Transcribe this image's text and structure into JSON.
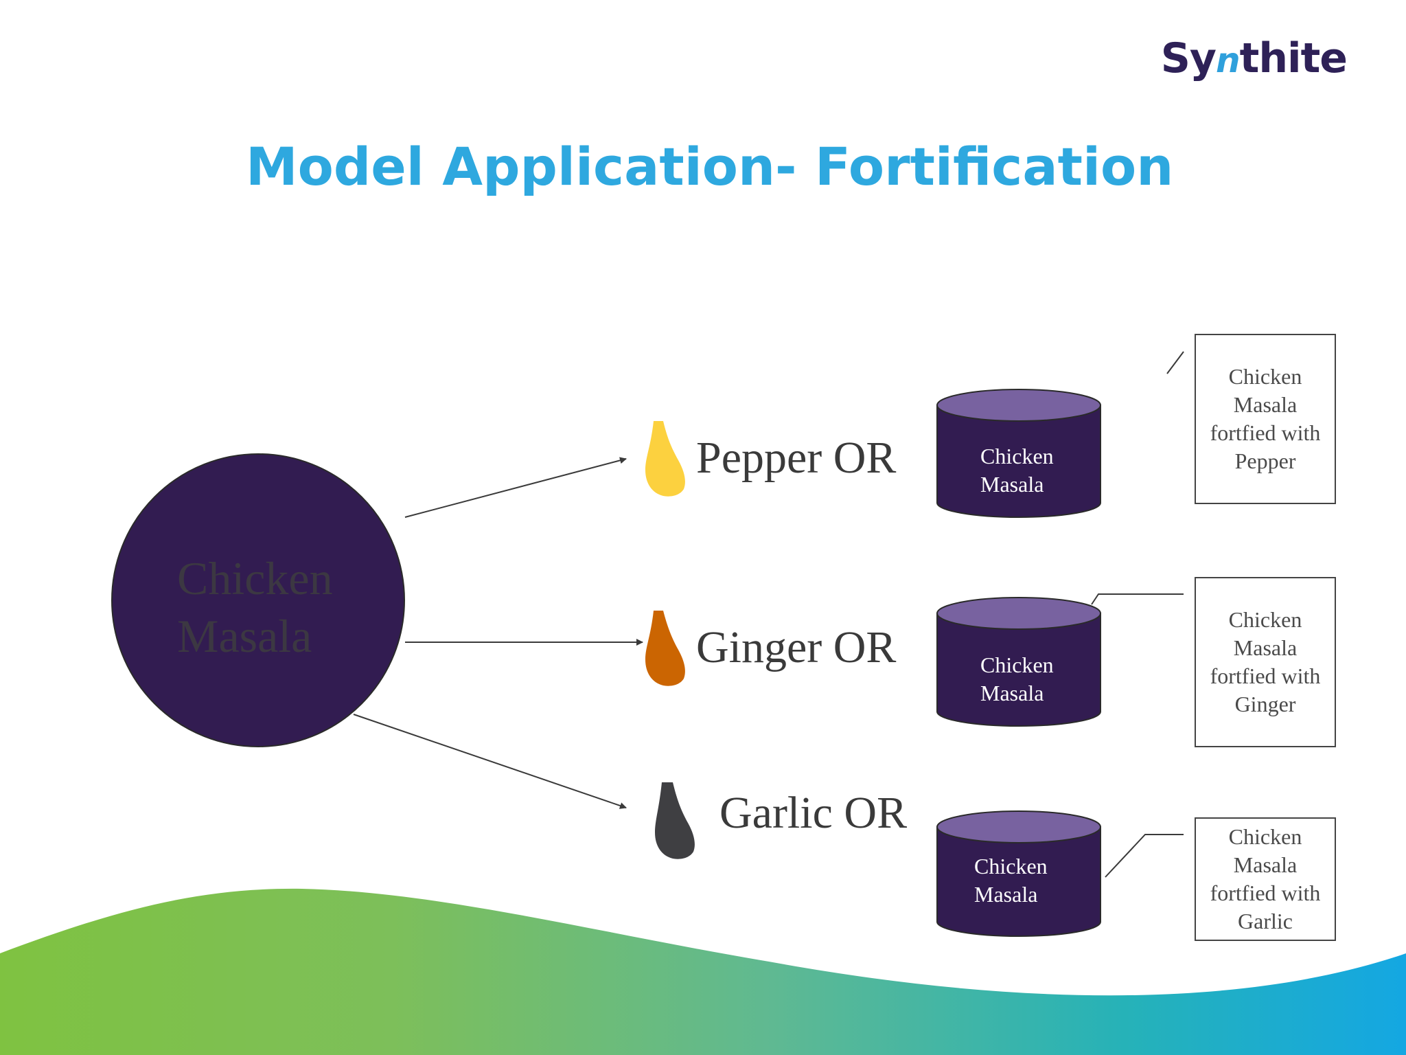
{
  "logo": {
    "text_prefix": "Sy",
    "text_n": "n",
    "text_suffix": "thite"
  },
  "title": "Model Application- Fortification",
  "source": {
    "line1": "Chicken",
    "line2": "Masala"
  },
  "spices": [
    {
      "label": "Pepper OR",
      "color": "#fcd13f",
      "icon": "pepper-drop-icon"
    },
    {
      "label": "Ginger OR",
      "color": "#cb6502",
      "icon": "ginger-drop-icon"
    },
    {
      "label": "Garlic OR",
      "color": "#3f3f42",
      "icon": "garlic-drop-icon"
    }
  ],
  "containers": [
    {
      "line1": "Chicken",
      "line2": "Masala"
    },
    {
      "line1": "Chicken",
      "line2": "Masala"
    },
    {
      "line1": "Chicken",
      "line2": "Masala"
    }
  ],
  "results": [
    {
      "text": "Chicken Masala fortfied with Pepper"
    },
    {
      "text": "Chicken Masala fortfied with Ginger"
    },
    {
      "text": "Chicken Masala fortfied with Garlic"
    }
  ],
  "colors": {
    "circle_fill": "#321c51",
    "cylinder_body": "#321c51",
    "cylinder_top": "#7862a0",
    "title": "#2ea8df",
    "logo": "#2e2157"
  }
}
